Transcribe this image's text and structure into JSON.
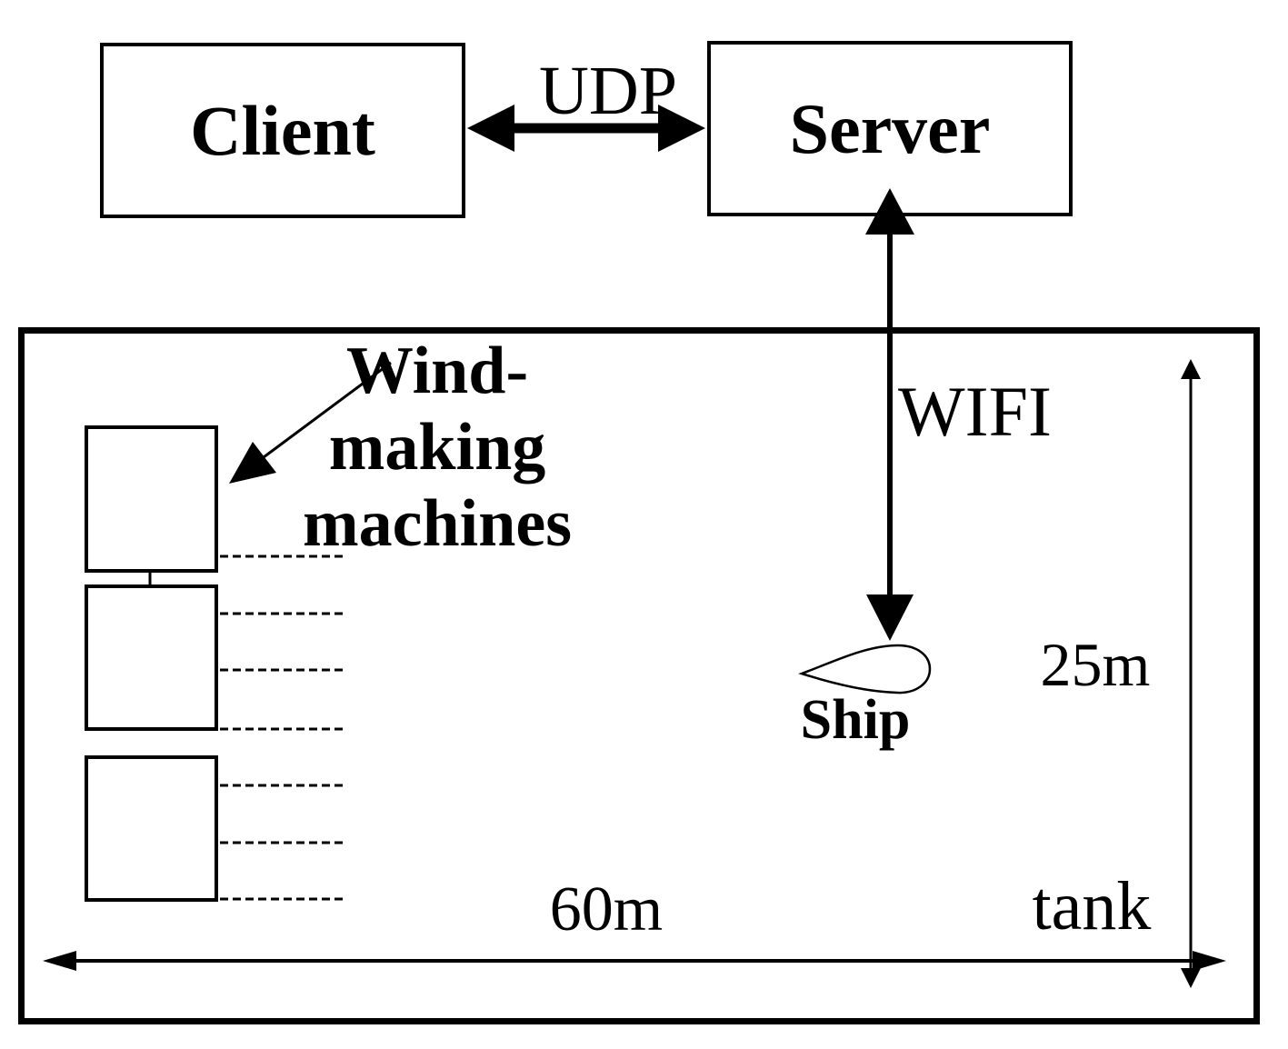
{
  "diagram": {
    "colors": {
      "ink": "#000000",
      "background": "#ffffff"
    },
    "client": {
      "label": "Client"
    },
    "server": {
      "label": "Server"
    },
    "links": {
      "udp": "UDP",
      "wifi": "WIFI"
    },
    "wind_machines": {
      "line1": "Wind-",
      "line2": "making",
      "line3": "machines"
    },
    "ship": {
      "label": "Ship"
    },
    "tank": {
      "label": "tank",
      "width_label": "60m",
      "height_label": "25m"
    }
  }
}
